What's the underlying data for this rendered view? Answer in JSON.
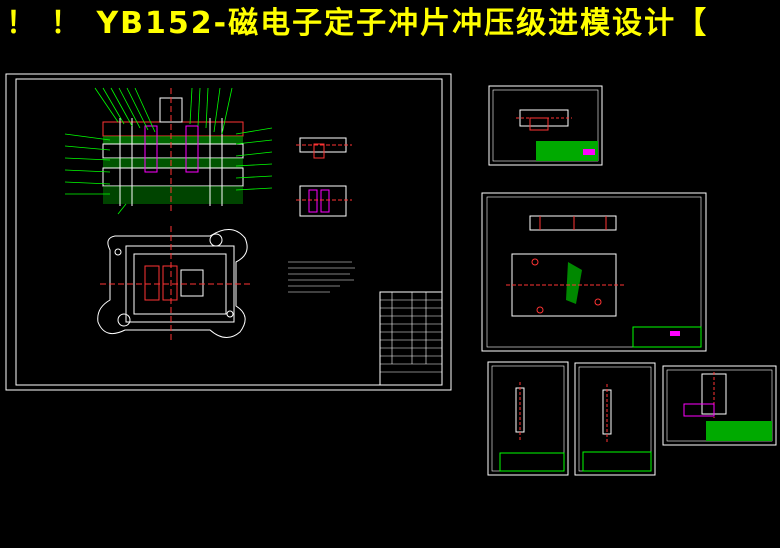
{
  "title": {
    "prefix": "！ ！",
    "text": "YB152-磁电子定子冲片冲压级进模设计【"
  },
  "colors": {
    "background": "#000000",
    "title": "#ffff00",
    "frame": "#ffffff",
    "part_green": "#00ff00",
    "part_red": "#ff3333",
    "part_magenta": "#ff00ff",
    "part_cyan": "#00ffff"
  },
  "sheets": [
    {
      "id": "assembly-drawing",
      "kind": "assembly"
    },
    {
      "id": "part-drawing-1",
      "kind": "part-small"
    },
    {
      "id": "part-drawing-2",
      "kind": "part-large"
    },
    {
      "id": "part-drawing-3",
      "kind": "punch"
    },
    {
      "id": "part-drawing-4",
      "kind": "punch"
    },
    {
      "id": "part-drawing-5",
      "kind": "part-small"
    }
  ]
}
